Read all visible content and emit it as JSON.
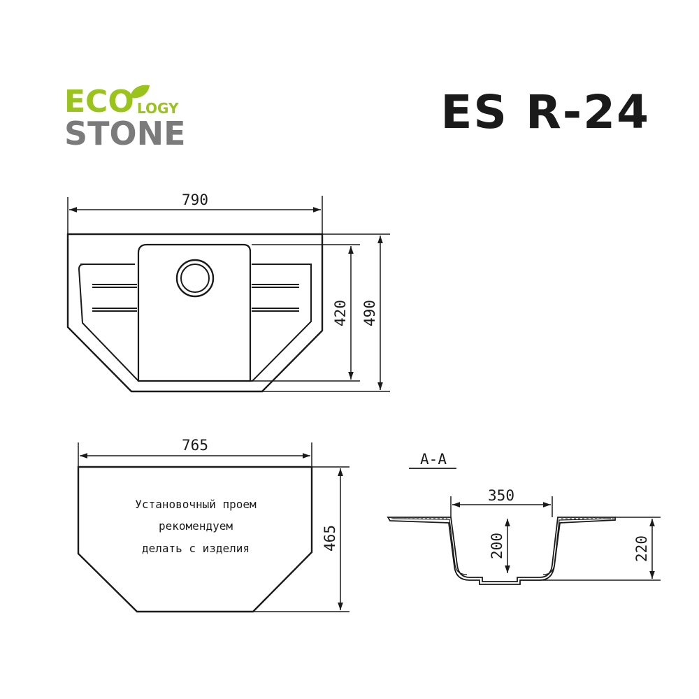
{
  "logo": {
    "word1": "ECO",
    "word1_suffix": "LOGY",
    "word2": "STONE",
    "accent_color": "#9ac31c",
    "gray_color": "#7b7b7b",
    "leaf_icon": "leaf-icon"
  },
  "title": "ES R-24",
  "top_view": {
    "width_label": "790",
    "inner_height_label": "420",
    "outer_height_label": "490"
  },
  "cutout_view": {
    "width_label": "765",
    "height_label": "465",
    "note_lines": [
      "Установочный проем",
      "рекомендуем",
      "делать с изделия"
    ]
  },
  "section_view": {
    "label": "А-А",
    "bowl_width_label": "350",
    "bowl_depth_label": "200",
    "total_depth_label": "220"
  }
}
